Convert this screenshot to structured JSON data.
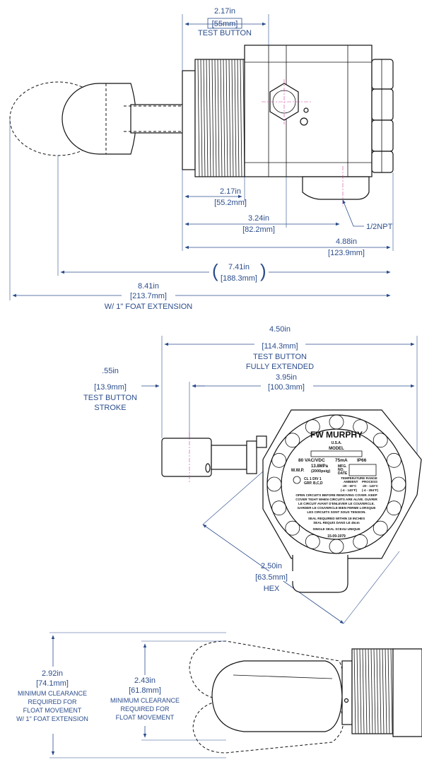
{
  "view_top": {
    "test_button": {
      "value": "2.17in",
      "metric": "[55mm]",
      "note": "TEST BUTTON"
    },
    "body_length": {
      "value": "2.17in",
      "metric": "[55.2mm]"
    },
    "conduit": {
      "value": "3.24in",
      "metric": "[82.2mm]"
    },
    "npt_label": "1/2NPT",
    "overall": {
      "value": "4.88in",
      "metric": "[123.9mm]"
    },
    "float_ref": {
      "value": "7.41in",
      "metric": "[188.3mm]"
    },
    "with_extension": {
      "value": "8.41in",
      "metric": "[213.7mm]",
      "note": "W/ 1\" FOAT EXTENSION"
    }
  },
  "view_middle": {
    "button_extended": {
      "value": "4.50in",
      "metric": "[114.3mm]",
      "note1": "TEST BUTTON",
      "note2": "FULLY EXTENDED"
    },
    "button_stroke": {
      "value": ".55in",
      "metric": "[13.9mm]",
      "note1": "TEST BUTTON",
      "note2": "STROKE"
    },
    "housing": {
      "value": "3.95in",
      "metric": "[100.3mm]"
    },
    "hex": {
      "value": "2.50in",
      "metric": "[63.5mm]",
      "note": "HEX"
    },
    "nameplate": {
      "brand": "FW MURPHY",
      "mark": "U.S.A.",
      "model": "MODEL",
      "rating": "80 VAC/VDC",
      "current": "75mA",
      "ip": "IP66",
      "pressure": "13.8MPa",
      "mwp": "M.W.P.",
      "psig": "(2000psig)",
      "mfg": "MFG.",
      "no": "NO.",
      "date": "DATE",
      "temp_range": "TEMPERATURE RANGE",
      "ambient": "AMBIENT",
      "process": "PROCESS",
      "cl": "CL 1 DIV 1",
      "grp": "GRP. B,C,D",
      "t_amb": "-20 - 60°C",
      "t_proc": "-20 - 140°C",
      "t_amb_f": "(-4 - 140°F)",
      "t_proc_f": "(-4 - 284°F)",
      "warn": [
        "OPEN CIRCUITS BEFORE REMOVING COVER. KEEP",
        "COVER TIGHT WHEN CIRCUITS ARE ALIVE. OUVRIR",
        "LE CIRCUIT AVANT D'ENLEVER LE COUVERCLE.",
        "GARDER LE COUVERCLE BIEN FERME LORSQUE",
        "LES CIRCUITS SONT SOUS TENSION."
      ],
      "seal": "SEAL REQUIRED WITHIN 18 INCHES",
      "seal_fr": "SEAL REQUIS DANS LE 45cm",
      "single_seal": "SINGLE SEAL  SCEAU UNIQUE",
      "code": "15-09-1979"
    }
  },
  "view_bottom": {
    "clearance_ext": {
      "value": "2.92in",
      "metric": "[74.1mm]",
      "l1": "MINIMUM CLEARANCE",
      "l2": "REQUIRED FOR",
      "l3": "FLOAT MOVEMENT",
      "l4": "W/ 1\" FOAT EXTENSION"
    },
    "clearance": {
      "value": "2.43in",
      "metric": "[61.8mm]",
      "l1": "MINIMUM CLEARANCE",
      "l2": "REQUIRED FOR",
      "l3": "FLOAT MOVEMENT"
    }
  }
}
